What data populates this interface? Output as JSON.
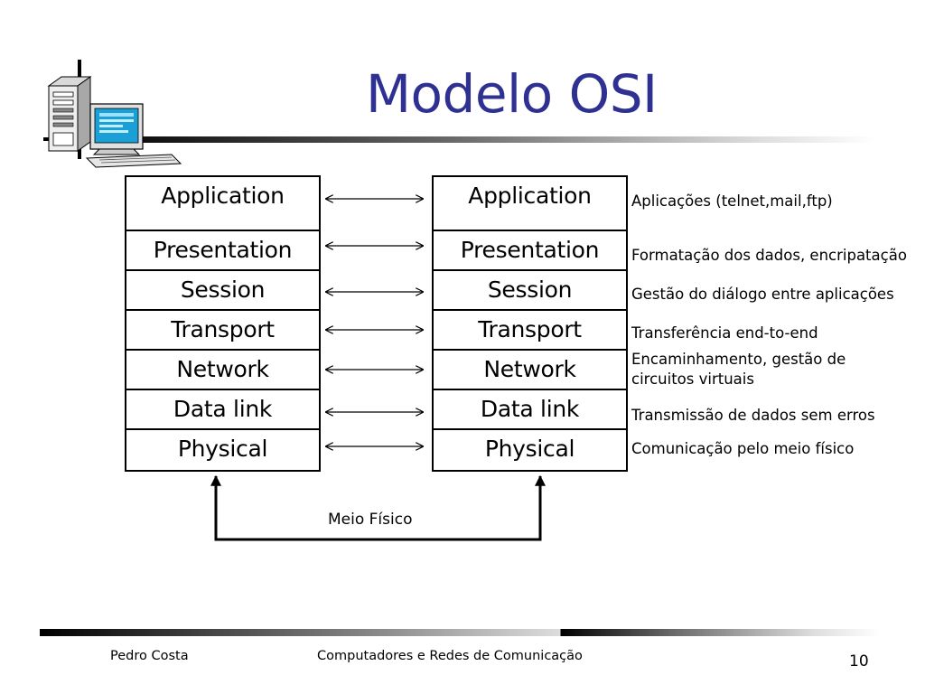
{
  "slide": {
    "title": "Modelo OSI",
    "page_number": "10"
  },
  "left_stack": [
    "Application",
    "Presentation",
    "Session",
    "Transport",
    "Network",
    "Data link",
    "Physical"
  ],
  "right_stack": [
    "Application",
    "Presentation",
    "Session",
    "Transport",
    "Network",
    "Data link",
    "Physical"
  ],
  "descriptions": [
    "Aplicações (telnet,mail,ftp)",
    "Formatação dos dados, encripatação",
    "Gestão do diálogo entre aplicações",
    "Transferência end-to-end",
    "Encaminhamento, gestão de circuitos virtuais",
    "Transmissão de dados sem erros",
    "Comunicação pelo meio físico"
  ],
  "medium_label": "Meio Físico",
  "footer": {
    "author": "Pedro Costa",
    "course": "Computadores e Redes de Comunicação"
  },
  "colors": {
    "title": "#2e3192",
    "monitor_screen": "#1a9fd6"
  },
  "icons": [
    "computer-icon"
  ]
}
